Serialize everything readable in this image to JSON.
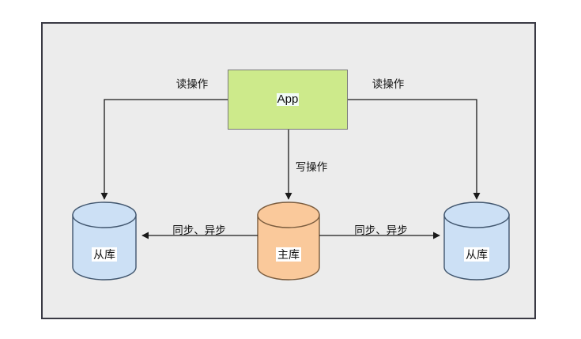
{
  "diagram": {
    "type": "architecture-flow",
    "description": "Read-write splitting with master and slave databases",
    "background_color": "#ececec",
    "frame_border_color": "#3a3a44",
    "nodes": [
      {
        "id": "app",
        "label": "App",
        "shape": "rectangle",
        "fill": "#cdea8b",
        "stroke": "#7a7a7a"
      },
      {
        "id": "slave-left",
        "label": "从库",
        "shape": "cylinder",
        "fill": "#cce0f5",
        "stroke": "#41566e"
      },
      {
        "id": "master",
        "label": "主库",
        "shape": "cylinder",
        "fill": "#fac99b",
        "stroke": "#7a5c3e"
      },
      {
        "id": "slave-right",
        "label": "从库",
        "shape": "cylinder",
        "fill": "#cce0f5",
        "stroke": "#41566e"
      }
    ],
    "edges": [
      {
        "id": "app-to-slave-left",
        "label": "读操作",
        "from": "app",
        "to": "slave-left",
        "direction": "one-way"
      },
      {
        "id": "app-to-slave-right",
        "label": "读操作",
        "from": "app",
        "to": "slave-right",
        "direction": "one-way"
      },
      {
        "id": "app-to-master",
        "label": "写操作",
        "from": "app",
        "to": "master",
        "direction": "one-way"
      },
      {
        "id": "master-to-slave-left",
        "label": "同步、异步",
        "from": "master",
        "to": "slave-left",
        "direction": "one-way"
      },
      {
        "id": "master-to-slave-right",
        "label": "同步、异步",
        "from": "master",
        "to": "slave-right",
        "direction": "one-way"
      }
    ]
  }
}
